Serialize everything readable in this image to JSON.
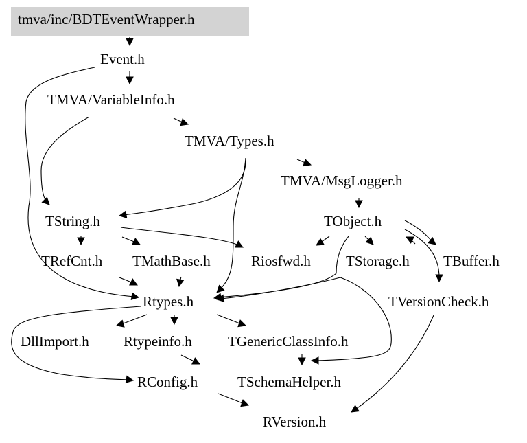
{
  "colors": {
    "root_fill": "#d3d3d3",
    "edge": "#000000",
    "text": "#000000",
    "background": "#ffffff"
  },
  "diagram": {
    "type": "include-dependency-graph",
    "root": "tmva/inc/BDTEventWrapper.h",
    "nodes": [
      {
        "id": "root",
        "label": "tmva/inc/BDTEventWrapper.h",
        "highlighted": true
      },
      {
        "id": "event",
        "label": "Event.h"
      },
      {
        "id": "variableinfo",
        "label": "TMVA/VariableInfo.h"
      },
      {
        "id": "types",
        "label": "TMVA/Types.h"
      },
      {
        "id": "msglogger",
        "label": "TMVA/MsgLogger.h"
      },
      {
        "id": "tstring",
        "label": "TString.h"
      },
      {
        "id": "tobject",
        "label": "TObject.h"
      },
      {
        "id": "trefcnt",
        "label": "TRefCnt.h"
      },
      {
        "id": "tmathbase",
        "label": "TMathBase.h"
      },
      {
        "id": "riosfwd",
        "label": "Riosfwd.h"
      },
      {
        "id": "tstorage",
        "label": "TStorage.h"
      },
      {
        "id": "tbuffer",
        "label": "TBuffer.h"
      },
      {
        "id": "rtypes",
        "label": "Rtypes.h"
      },
      {
        "id": "tversioncheck",
        "label": "TVersionCheck.h"
      },
      {
        "id": "dllimport",
        "label": "DllImport.h"
      },
      {
        "id": "rtypeinfo",
        "label": "Rtypeinfo.h"
      },
      {
        "id": "tgenericclassinfo",
        "label": "TGenericClassInfo.h"
      },
      {
        "id": "rconfig",
        "label": "RConfig.h"
      },
      {
        "id": "tschemahelper",
        "label": "TSchemaHelper.h"
      },
      {
        "id": "rversion",
        "label": "RVersion.h"
      }
    ],
    "edges": [
      {
        "from": "root",
        "to": "event"
      },
      {
        "from": "event",
        "to": "variableinfo"
      },
      {
        "from": "event",
        "to": "rtypes"
      },
      {
        "from": "variableinfo",
        "to": "types"
      },
      {
        "from": "variableinfo",
        "to": "tstring"
      },
      {
        "from": "types",
        "to": "msglogger"
      },
      {
        "from": "types",
        "to": "tstring"
      },
      {
        "from": "types",
        "to": "rtypes"
      },
      {
        "from": "msglogger",
        "to": "tobject"
      },
      {
        "from": "tstring",
        "to": "trefcnt"
      },
      {
        "from": "tstring",
        "to": "tmathbase"
      },
      {
        "from": "tstring",
        "to": "riosfwd"
      },
      {
        "from": "trefcnt",
        "to": "rtypes"
      },
      {
        "from": "tmathbase",
        "to": "rtypes"
      },
      {
        "from": "tobject",
        "to": "riosfwd"
      },
      {
        "from": "tobject",
        "to": "tstorage"
      },
      {
        "from": "tobject",
        "to": "tbuffer"
      },
      {
        "from": "tobject",
        "to": "tversioncheck"
      },
      {
        "from": "tobject",
        "to": "rtypes"
      },
      {
        "from": "tbuffer",
        "to": "tobject"
      },
      {
        "from": "tstorage",
        "to": "rtypes"
      },
      {
        "from": "tstorage",
        "to": "tschemahelper"
      },
      {
        "from": "rtypes",
        "to": "dllimport"
      },
      {
        "from": "rtypes",
        "to": "rtypeinfo"
      },
      {
        "from": "rtypes",
        "to": "tgenericclassinfo"
      },
      {
        "from": "rtypes",
        "to": "rconfig"
      },
      {
        "from": "tgenericclassinfo",
        "to": "tschemahelper"
      },
      {
        "from": "rtypeinfo",
        "to": "rconfig"
      },
      {
        "from": "rconfig",
        "to": "rversion"
      },
      {
        "from": "tversioncheck",
        "to": "rversion"
      }
    ]
  }
}
